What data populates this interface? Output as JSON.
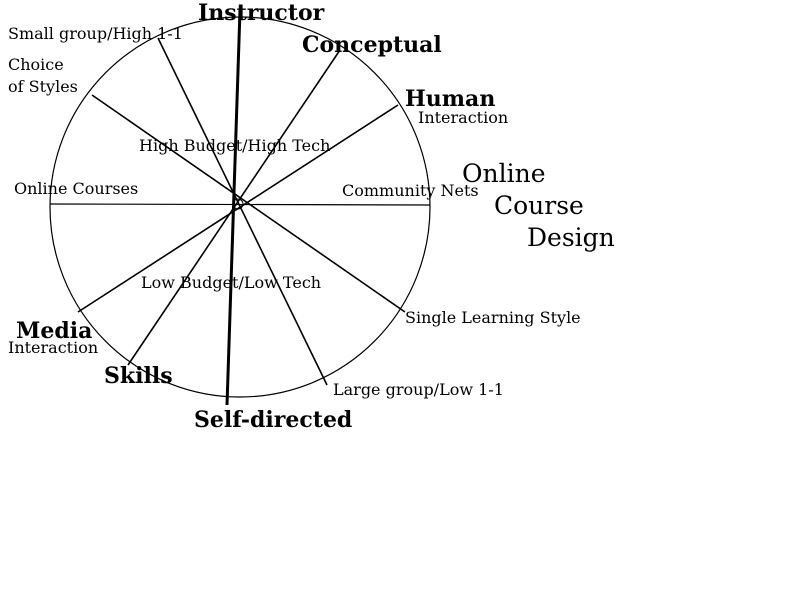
{
  "diagram": {
    "title": {
      "line1": "Online",
      "line2": "Course",
      "line3": "Design"
    },
    "axes": {
      "instructor": "Instructor",
      "self_directed": "Self-directed",
      "conceptual": "Conceptual",
      "skills": "Skills",
      "human": "Human",
      "human_sub": "Interaction",
      "media": "Media",
      "media_sub": "Interaction",
      "small_group": "Small group/High 1-1",
      "large_group": "Large group/Low 1-1",
      "choice_styles_1": "Choice",
      "choice_styles_2": "of Styles",
      "single_style": "Single Learning Style",
      "online_courses": "Online Courses",
      "community_nets": "Community Nets",
      "high_budget": "High Budget/High Tech",
      "low_budget": "Low Budget/Low Tech"
    },
    "colors": {
      "stroke": "#000000",
      "background": "#ffffff"
    }
  }
}
